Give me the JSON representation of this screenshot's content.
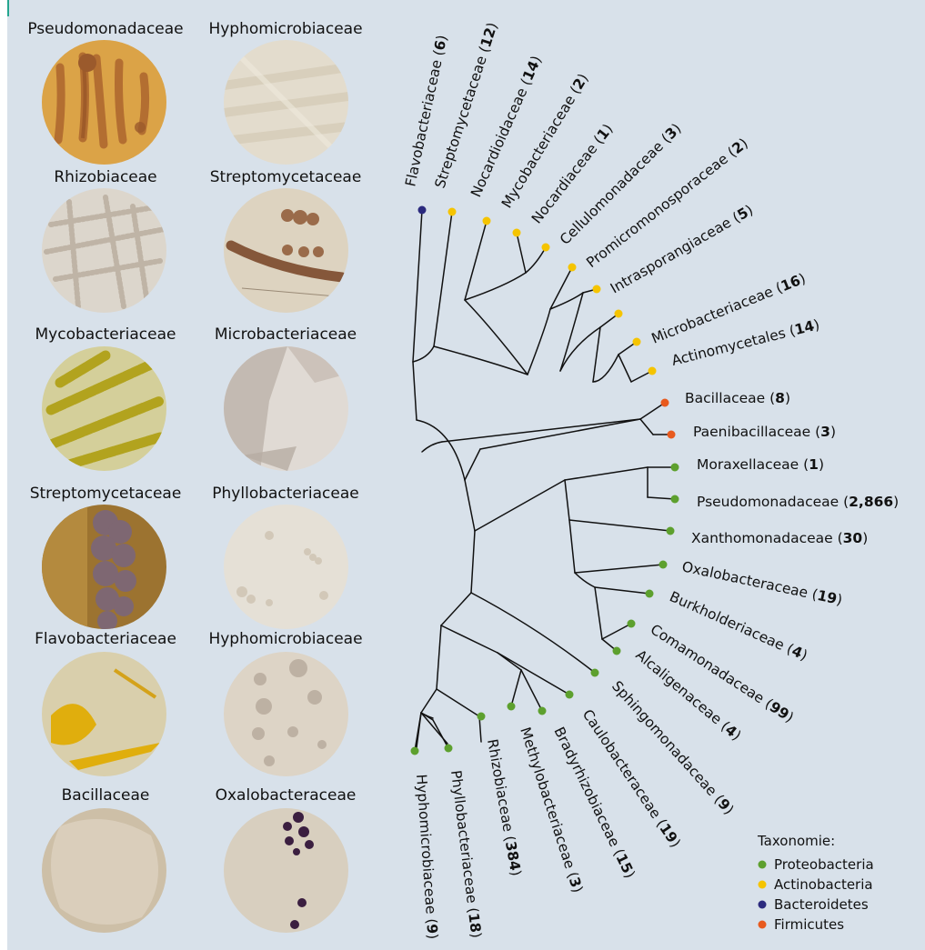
{
  "plates": [
    {
      "caption": "Pseudomonadaceae"
    },
    {
      "caption": "Hyphomicrobiaceae"
    },
    {
      "caption": "Rhizobiaceae"
    },
    {
      "caption": "Streptomycetaceae"
    },
    {
      "caption": "Mycobacteriaceae"
    },
    {
      "caption": "Microbacteriaceae"
    },
    {
      "caption": "Streptomycetaceae"
    },
    {
      "caption": "Phyllobacteriaceae"
    },
    {
      "caption": "Flavobacteriaceae"
    },
    {
      "caption": "Hyphomicrobiaceae"
    },
    {
      "caption": "Bacillaceae"
    },
    {
      "caption": "Oxalobacteraceae"
    }
  ],
  "taxa": {
    "Proteobacteria": "#5da02e",
    "Actinobacteria": "#f5c400",
    "Bacteroidetes": "#2b2a7e",
    "Firmicutes": "#e85a1e"
  },
  "leaves": [
    {
      "name": "Flavobacteriaceae",
      "count": "6",
      "taxon": "Bacteroidetes"
    },
    {
      "name": "Streptomycetaceae",
      "count": "12",
      "taxon": "Actinobacteria"
    },
    {
      "name": "Nocardioidaceae",
      "count": "14",
      "taxon": "Actinobacteria"
    },
    {
      "name": "Mycobacteriaceae",
      "count": "2",
      "taxon": "Actinobacteria"
    },
    {
      "name": "Nocardiaceae",
      "count": "1",
      "taxon": "Actinobacteria"
    },
    {
      "name": "Cellulomonadaceae",
      "count": "3",
      "taxon": "Actinobacteria"
    },
    {
      "name": "Promicromonosporaceae",
      "count": "2",
      "taxon": "Actinobacteria"
    },
    {
      "name": "Intrasporangiaceae",
      "count": "5",
      "taxon": "Actinobacteria"
    },
    {
      "name": "Microbacteriaceae",
      "count": "16",
      "taxon": "Actinobacteria"
    },
    {
      "name": "Actinomycetales",
      "count": "14",
      "taxon": "Actinobacteria"
    },
    {
      "name": "Bacillaceae",
      "count": "8",
      "taxon": "Firmicutes"
    },
    {
      "name": "Paenibacillaceae",
      "count": "3",
      "taxon": "Firmicutes"
    },
    {
      "name": "Moraxellaceae",
      "count": "1",
      "taxon": "Proteobacteria"
    },
    {
      "name": "Pseudomonadaceae",
      "count": "2,866",
      "taxon": "Proteobacteria"
    },
    {
      "name": "Xanthomonadaceae",
      "count": "30",
      "taxon": "Proteobacteria"
    },
    {
      "name": "Oxalobacteraceae",
      "count": "19",
      "taxon": "Proteobacteria"
    },
    {
      "name": "Burkholderiaceae",
      "count": "4",
      "taxon": "Proteobacteria"
    },
    {
      "name": "Comamonadaceae",
      "count": "99",
      "taxon": "Proteobacteria"
    },
    {
      "name": "Alcaligenaceae",
      "count": "4",
      "taxon": "Proteobacteria"
    },
    {
      "name": "Sphingomonadaceae",
      "count": "9",
      "taxon": "Proteobacteria"
    },
    {
      "name": "Caulobacteraceae",
      "count": "19",
      "taxon": "Proteobacteria"
    },
    {
      "name": "Bradyrhizobiaceae",
      "count": "15",
      "taxon": "Proteobacteria"
    },
    {
      "name": "Methylobacteriaceae",
      "count": "3",
      "taxon": "Proteobacteria"
    },
    {
      "name": "Rhizobiaceae",
      "count": "384",
      "taxon": "Proteobacteria"
    },
    {
      "name": "Phyllobacteriaceae",
      "count": "18",
      "taxon": "Proteobacteria"
    },
    {
      "name": "Hyphomicrobiaceae",
      "count": "9",
      "taxon": "Proteobacteria"
    }
  ],
  "legend": {
    "title": "Taxonomie:",
    "items": [
      "Proteobacteria",
      "Actinobacteria",
      "Bacteroidetes",
      "Firmicutes"
    ]
  }
}
